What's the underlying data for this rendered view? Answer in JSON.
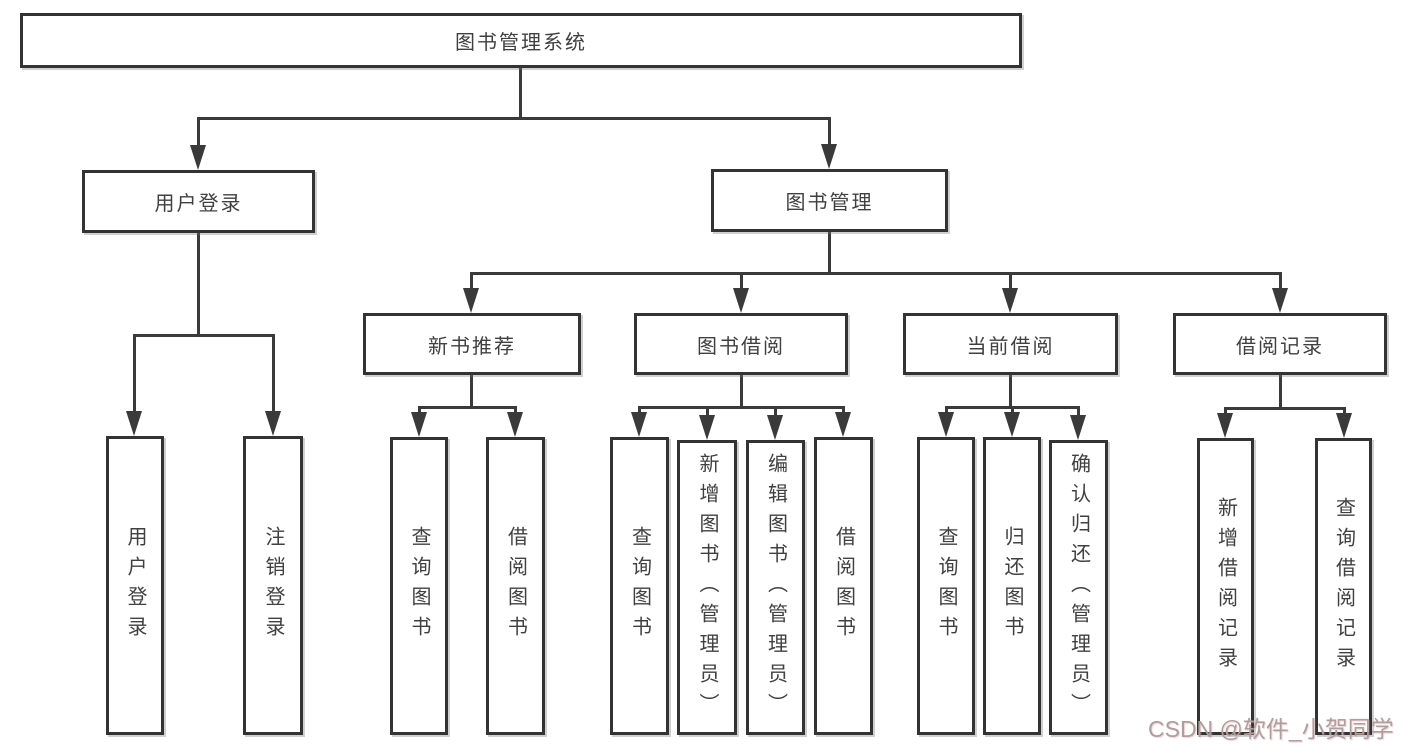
{
  "tree": {
    "label": "图书管理系统",
    "children": [
      {
        "label": "用户登录",
        "children": [
          {
            "label": "用户登录"
          },
          {
            "label": "注销登录"
          }
        ]
      },
      {
        "label": "图书管理",
        "children": [
          {
            "label": "新书推荐",
            "children": [
              {
                "label": "查询图书"
              },
              {
                "label": "借阅图书"
              }
            ]
          },
          {
            "label": "图书借阅",
            "children": [
              {
                "label": "查询图书"
              },
              {
                "label": "新增图书（管理员）"
              },
              {
                "label": "编辑图书（管理员）"
              },
              {
                "label": "借阅图书"
              }
            ]
          },
          {
            "label": "当前借阅",
            "children": [
              {
                "label": "查询图书"
              },
              {
                "label": "归还图书"
              },
              {
                "label": "确认归还（管理员）"
              }
            ]
          },
          {
            "label": "借阅记录",
            "children": [
              {
                "label": "新增借阅记录"
              },
              {
                "label": "查询借阅记录"
              }
            ]
          }
        ]
      }
    ]
  },
  "watermark": "CSDN @软件_小贺同学",
  "colors": {
    "line": "#3a3a3a",
    "box_border": "#333333",
    "box_fill": "#ffffff",
    "text": "#404040",
    "watermark": "#ab9f9f"
  }
}
